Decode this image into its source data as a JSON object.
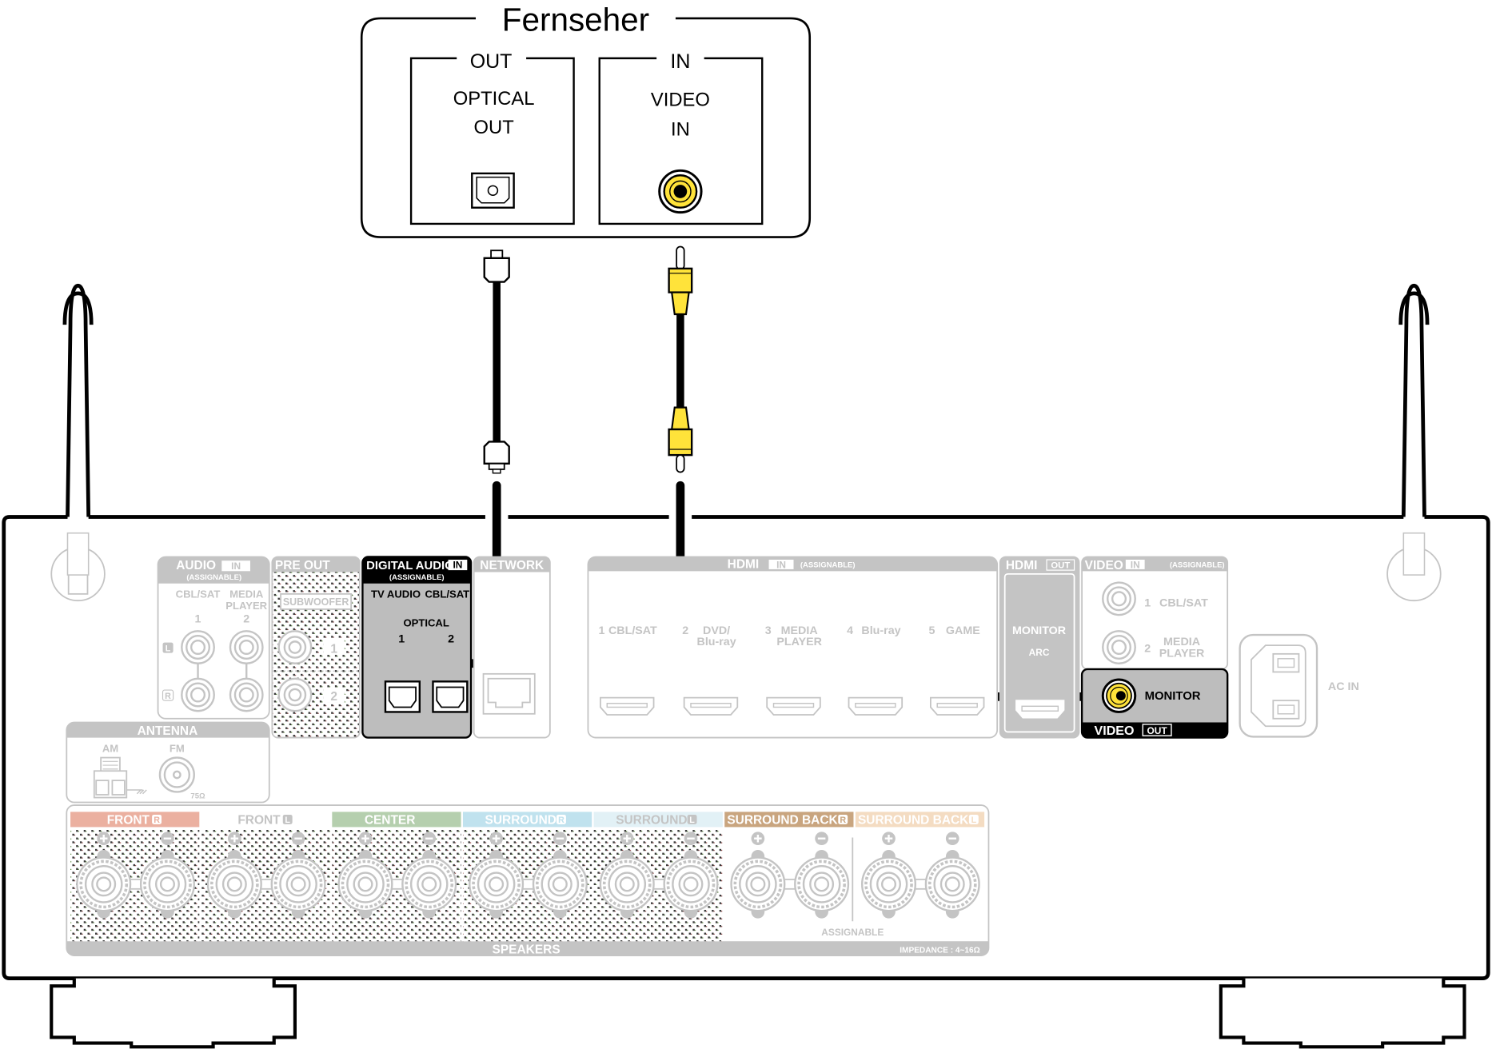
{
  "tv": {
    "title": "Fernseher",
    "out_group": {
      "header": "OUT",
      "line1": "OPTICAL",
      "line2": "OUT"
    },
    "in_group": {
      "header": "IN",
      "line1": "VIDEO",
      "line2": "IN"
    }
  },
  "receiver": {
    "audio_in": {
      "title": "AUDIO",
      "badge": "IN",
      "subtitle": "(ASSIGNABLE)",
      "col1": "CBL/SAT",
      "col2a": "MEDIA",
      "col2b": "PLAYER",
      "num1": "1",
      "num2": "2",
      "left": "L",
      "right": "R"
    },
    "pre_out": {
      "title": "PRE OUT",
      "subwoofer": "SUBWOOFER",
      "num1": "1",
      "num2": "2"
    },
    "digital_audio_in": {
      "title": "DIGITAL AUDIO",
      "badge": "IN",
      "subtitle": "(ASSIGNABLE)",
      "col1": "TV AUDIO",
      "col2": "CBL/SAT",
      "optical": "OPTICAL",
      "num1": "1",
      "num2": "2"
    },
    "network": {
      "title": "NETWORK"
    },
    "hdmi_in": {
      "title": "HDMI",
      "badge": "IN",
      "subtitle": "(ASSIGNABLE)",
      "ports": [
        {
          "num": "1",
          "line1": "CBL/SAT",
          "line2": ""
        },
        {
          "num": "2",
          "line1": "DVD/",
          "line2": "Blu-ray"
        },
        {
          "num": "3",
          "line1": "MEDIA",
          "line2": "PLAYER"
        },
        {
          "num": "4",
          "line1": "Blu-ray",
          "line2": ""
        },
        {
          "num": "5",
          "line1": "GAME",
          "line2": ""
        }
      ]
    },
    "hdmi_out": {
      "title": "HDMI",
      "badge": "OUT",
      "monitor": "MONITOR",
      "arc": "ARC"
    },
    "video_in": {
      "title": "VIDEO",
      "badge": "IN",
      "subtitle": "(ASSIGNABLE)",
      "ports": [
        {
          "num": "1",
          "line1": "CBL/SAT",
          "line2": ""
        },
        {
          "num": "2",
          "line1": "MEDIA",
          "line2": "PLAYER"
        }
      ]
    },
    "video_out": {
      "monitor": "MONITOR",
      "title": "VIDEO",
      "badge": "OUT"
    },
    "ac_in": {
      "label": "AC IN"
    },
    "antenna": {
      "title": "ANTENNA",
      "am": "AM",
      "fm": "FM",
      "impedance": "75Ω"
    },
    "speakers": {
      "title": "SPEAKERS",
      "assignable": "ASSIGNABLE",
      "impedance": "IMPEDANCE : 4~16Ω",
      "channels": [
        {
          "label": "FRONT",
          "side": "R",
          "color": "#ebb0a0",
          "text_color": "#ffffff"
        },
        {
          "label": "FRONT",
          "side": "L",
          "color": "#ffffff",
          "text_color": "#c4c4c4"
        },
        {
          "label": "CENTER",
          "side": "",
          "color": "#b5cfae",
          "text_color": "#ffffff"
        },
        {
          "label": "SURROUND",
          "side": "R",
          "color": "#c0e2ee",
          "text_color": "#ffffff"
        },
        {
          "label": "SURROUND",
          "side": "L",
          "color": "#e2f1f6",
          "text_color": "#c4c4c4"
        },
        {
          "label": "SURROUND BACK",
          "side": "R",
          "color": "#c9a57f",
          "text_color": "#ffffff"
        },
        {
          "label": "SURROUND BACK",
          "side": "L",
          "color": "#f4dcc2",
          "text_color": "#ffffff"
        }
      ]
    }
  },
  "cables": {
    "optical": {
      "name": "optical-cable",
      "color": "#ffffff"
    },
    "video": {
      "name": "composite-video-cable",
      "color": "#ffe840"
    }
  },
  "colors": {
    "panel_grey": "#c4c4c4",
    "highlight_panel": "#bdbdbd",
    "video_yellow": "#ffe33a",
    "line_black": "#000000"
  }
}
